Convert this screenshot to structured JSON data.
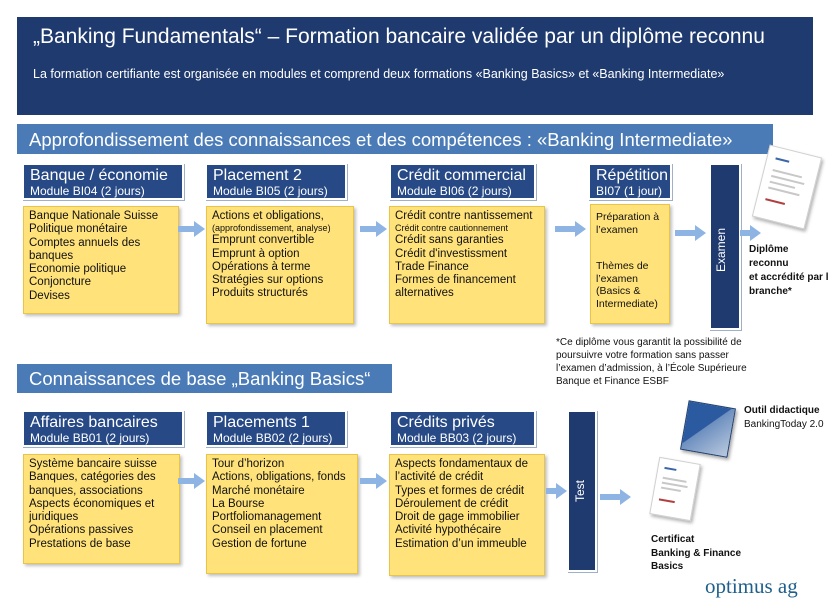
{
  "top_banner": {
    "title": "„Banking Fundamentals“ – Formation bancaire validée par un diplôme reconnu",
    "subtitle": "La formation certifiante est organisée en modules et comprend deux formations «Banking Basics» et «Banking Intermediate»"
  },
  "intermediate": {
    "heading": "Approfondissement des connaissances  et des compétences : «Banking Intermediate»",
    "modules": [
      {
        "title": "Banque / économie",
        "module": "Module BI04 (2 jours)",
        "items": [
          "Banque Nationale Suisse",
          "Politique monétaire",
          "Comptes annuels des",
          "banques",
          "Economie politique",
          "Conjoncture",
          "Devises"
        ]
      },
      {
        "title": "Placement 2",
        "module": "Module BI05 (2 jours)",
        "items": [
          "Actions et obligations,",
          "(approfondissement, analyse)",
          "Emprunt convertible",
          "Emprunt à option",
          "Opérations à terme",
          "Stratégies sur options",
          "Produits structurés"
        ]
      },
      {
        "title": "Crédit commercial",
        "module": "Module BI06 (2 jours)",
        "items": [
          "Crédit contre nantissement",
          "Crédit contre cautionnement",
          "Crédit sans garanties",
          "Crédit d'investissment",
          "Trade Finance",
          "Formes de financement",
          "alternatives"
        ]
      },
      {
        "title": "Répétition",
        "module": "BI07 (1 jour)",
        "items": [
          "Préparation à",
          "l’examen",
          "",
          "",
          "Thèmes de",
          "l’examen",
          "(Basics &",
          "Intermediate)"
        ]
      }
    ],
    "exam_label": "Examen",
    "diploma_text": [
      "Diplôme reconnu",
      "et accrédité par l",
      "branche*"
    ],
    "footnote": [
      "*Ce diplôme vous garantit la possibilité de",
      "poursuivre votre formation sans passer",
      "l’examen d’admission, à l’École Supérieure",
      "Banque et Finance ESBF"
    ]
  },
  "basics": {
    "heading": "Connaissances de base „Banking Basics“",
    "modules": [
      {
        "title": "Affaires bancaires",
        "module": "Module BB01 (2 jours)",
        "items": [
          "Système bancaire suisse",
          "Banques, catégories des",
          "banques,  associations",
          "Aspects économiques et",
          "juridiques",
          "Opérations passives",
          "Prestations de base"
        ]
      },
      {
        "title": "Placements 1",
        "module": "Module BB02 (2 jours)",
        "items": [
          "Tour d’horizon",
          "Actions, obligations, fonds",
          "Marché monétaire",
          "La Bourse",
          "Portfoliomanagement",
          "Conseil en placement",
          "Gestion de fortune"
        ]
      },
      {
        "title": "Crédits privés",
        "module": "Module BB03 (2 jours)",
        "items": [
          "Aspects fondamentaux de",
          "l’activité de crédit",
          "Types et formes de crédit",
          "Déroulement de crédit",
          "Droit de gage immobilier",
          "Activité hypothécaire",
          "Estimation d’un immeuble"
        ]
      }
    ],
    "test_label": "Test",
    "tool_title": "Outil didactique",
    "tool_name": "BankingToday 2.0",
    "certificate_text": [
      "Certificat",
      "Banking & Finance",
      "Basics"
    ]
  },
  "brand": "optimus ag",
  "colors": {
    "navy": "#1f3a6e",
    "module_blue": "#274a86",
    "note_yellow": "#ffe27a",
    "arrow": "#8eb4e3",
    "brand_blue": "#1f5f8b"
  }
}
